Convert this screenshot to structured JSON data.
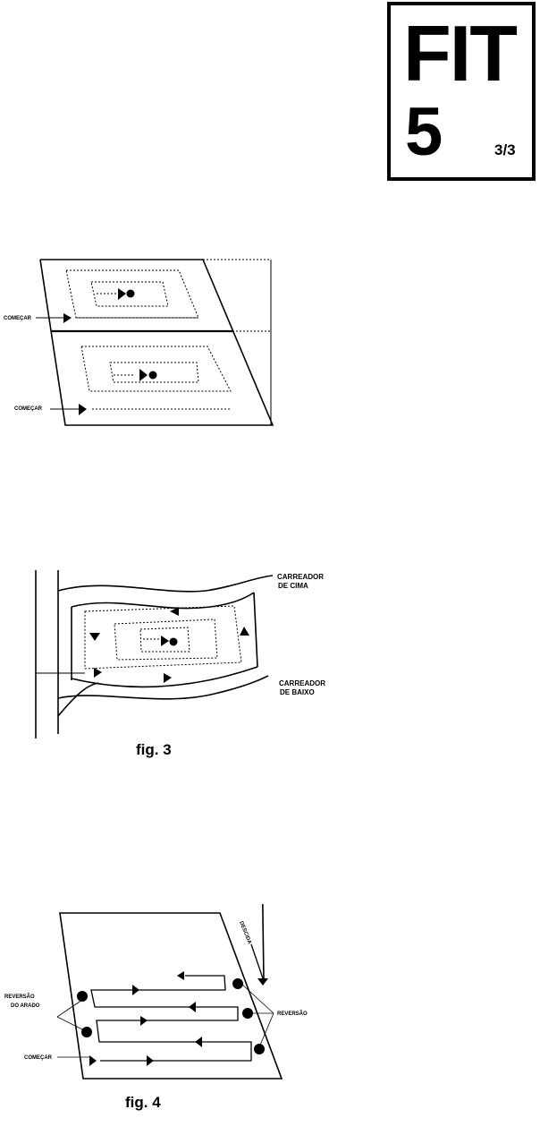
{
  "badge": {
    "title": "FIT",
    "number": "5",
    "page": "3/3"
  },
  "fig1": {
    "start_label_top": "COMEÇAR",
    "start_label_bottom": "COMEÇAR"
  },
  "fig3": {
    "top_road_line1": "CARREADOR",
    "top_road_line2": "DE CIMA",
    "bottom_road_line1": "CARREADOR",
    "bottom_road_line2": "DE BAIXO",
    "caption": "fig. 3"
  },
  "fig4": {
    "plow_reversal_line1": "REVERSÃO",
    "plow_reversal_line2": "DO ARADO",
    "reversal": "REVERSÃO",
    "start": "COMEÇAR",
    "slope": "DESCIDA",
    "caption": "fig. 4"
  }
}
